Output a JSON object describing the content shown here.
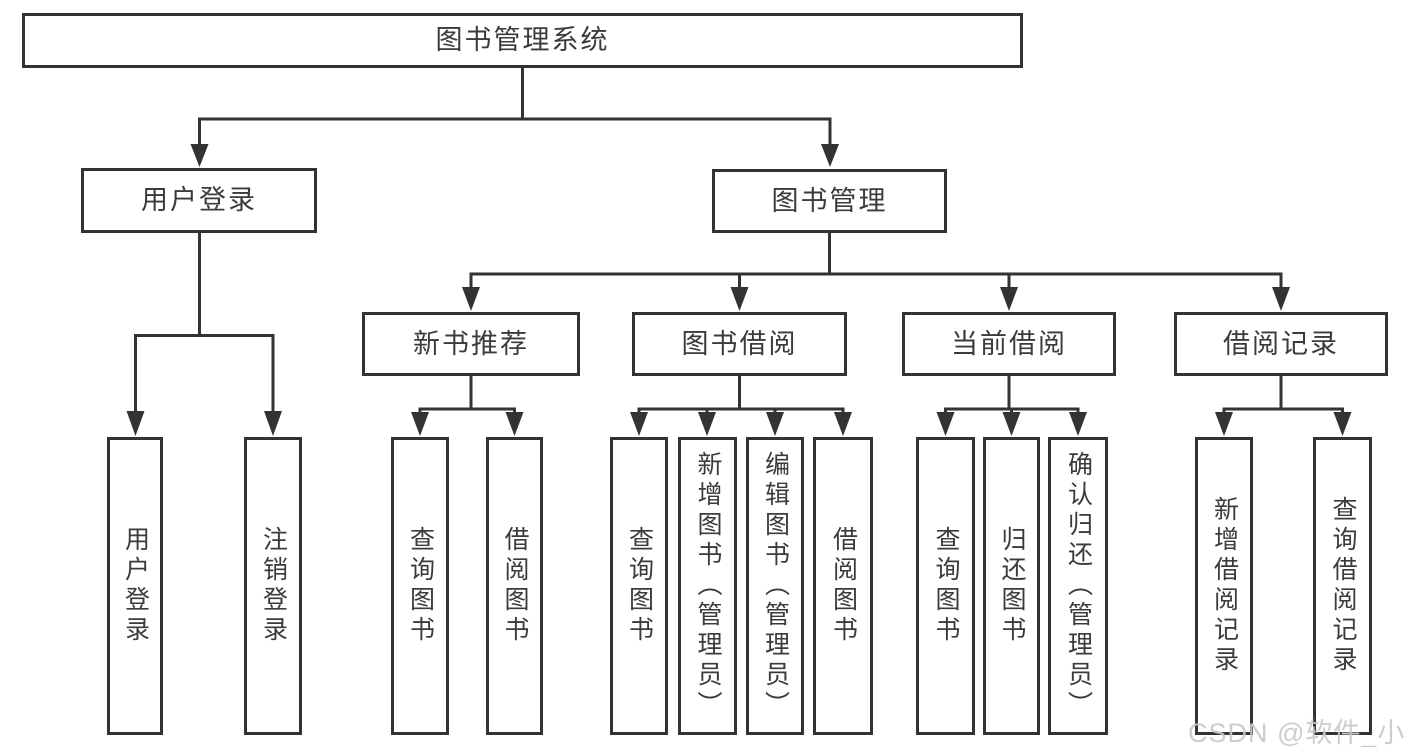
{
  "diagram": {
    "root": {
      "label": "图书管理系统"
    },
    "level2": [
      {
        "label": "用户登录"
      },
      {
        "label": "图书管理"
      }
    ],
    "level3": [
      {
        "label": "新书推荐",
        "parent": "图书管理"
      },
      {
        "label": "图书借阅",
        "parent": "图书管理"
      },
      {
        "label": "当前借阅",
        "parent": "图书管理"
      },
      {
        "label": "借阅记录",
        "parent": "图书管理"
      }
    ],
    "leaves": [
      {
        "label": "用户登录",
        "parent": "用户登录"
      },
      {
        "label": "注销登录",
        "parent": "用户登录"
      },
      {
        "label": "查询图书",
        "parent": "新书推荐"
      },
      {
        "label": "借阅图书",
        "parent": "新书推荐"
      },
      {
        "label": "查询图书",
        "parent": "图书借阅"
      },
      {
        "label": "新增图书（管理员）",
        "parent": "图书借阅"
      },
      {
        "label": "编辑图书（管理员）",
        "parent": "图书借阅"
      },
      {
        "label": "借阅图书",
        "parent": "图书借阅"
      },
      {
        "label": "查询图书",
        "parent": "当前借阅"
      },
      {
        "label": "归还图书",
        "parent": "当前借阅"
      },
      {
        "label": "确认归还（管理员）",
        "parent": "当前借阅"
      },
      {
        "label": "新增借阅记录",
        "parent": "借阅记录"
      },
      {
        "label": "查询借阅记录",
        "parent": "借阅记录"
      }
    ]
  },
  "watermark": {
    "text": "CSDN @软件_小贺同学"
  },
  "colors": {
    "line": "#333333",
    "text": "#3b3b3b",
    "background": "#ffffff",
    "watermark": "#c9c9c9"
  }
}
